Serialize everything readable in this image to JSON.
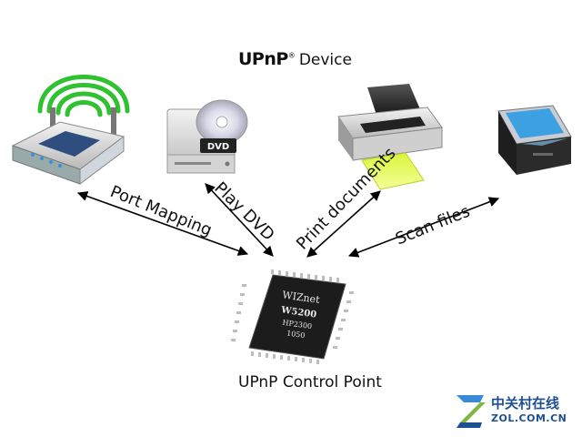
{
  "title": {
    "brand": "UPnP",
    "suffix": "Device"
  },
  "devices": [
    {
      "name": "router",
      "icon": "wifi-router-icon"
    },
    {
      "name": "dvd-drive",
      "icon": "dvd-drive-icon",
      "badge": "DVD"
    },
    {
      "name": "printer",
      "icon": "printer-icon"
    },
    {
      "name": "scanner",
      "icon": "scanner-icon"
    }
  ],
  "edges": [
    {
      "label": "Port Mapping"
    },
    {
      "label": "Play DVD"
    },
    {
      "label": "Print documents"
    },
    {
      "label": "Scan files"
    }
  ],
  "control_point": {
    "label": "UPnP Control Point",
    "chip": {
      "brand": "WIZnet",
      "model": "W5200",
      "line2": "HP2300",
      "line3": "1050"
    }
  },
  "watermark": {
    "name": "中关村在线",
    "url": "ZOL.COM.CN"
  },
  "colors": {
    "signal_green": "#2fc12f",
    "arrow": "#000000",
    "chip": "#1c1c1c",
    "watermark": "#1e4f8f"
  }
}
